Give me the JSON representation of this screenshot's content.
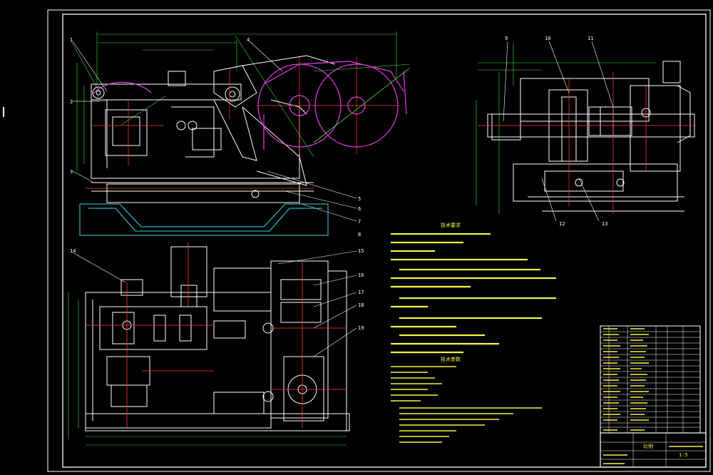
{
  "drawing": {
    "background": "#000000",
    "line_colors": {
      "frame": "#ffffff",
      "outline": "#ffffff",
      "centerline": "#ff3b3b",
      "dimension": "#39e639",
      "flywheel": "#e63de6",
      "hatch": "#39d6e6",
      "notes": "#f5f542"
    },
    "views": [
      "front-elevation",
      "side-elevation",
      "plan-view"
    ],
    "callouts": {
      "front_elevation": [
        "1",
        "2",
        "3",
        "4",
        "5",
        "6",
        "7",
        "8"
      ],
      "side_elevation": [
        "9",
        "10",
        "11",
        "12",
        "13"
      ],
      "plan_view": [
        "14",
        "15",
        "16",
        "17",
        "18",
        "19"
      ]
    },
    "notes": {
      "tech_title": "技术要求",
      "spec_title": "技术参数"
    },
    "title_block": {
      "title": "比例",
      "scale_label": "1:5"
    }
  }
}
